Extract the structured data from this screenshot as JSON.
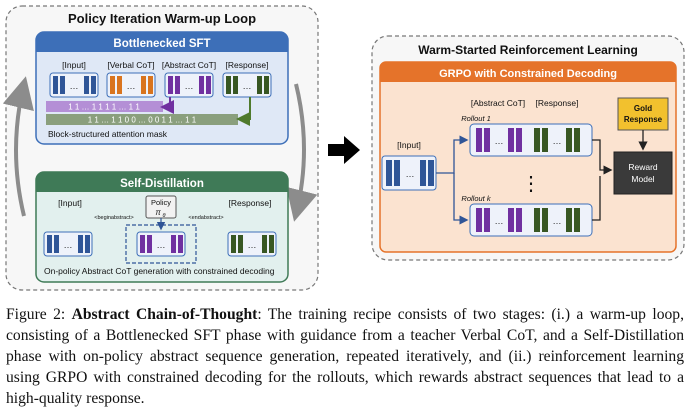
{
  "colors": {
    "sft_blue": "#3d6fb8",
    "selfdistill_green": "#3f7a57",
    "grpo_orange": "#e5732a",
    "gold_yellow": "#f2c12e",
    "block_blue": "#2f5597",
    "block_orange": "#d9741e",
    "block_purple": "#7030a0",
    "block_green": "#385723",
    "mask_purple": "#b48fd6",
    "mask_green": "#8a9f7d"
  },
  "left_panel": {
    "title": "Policy Iteration Warm-up Loop",
    "sft": {
      "title": "Bottlenecked SFT",
      "labels": [
        "[Input]",
        "[Verbal CoT]",
        "[Abstract CoT]",
        "[Response]"
      ],
      "mask_row1": "1 1 … 1 1   1 1 … 1 1",
      "mask_row2": "1 1 … 1 1   0 0 … 0 0   1 1 … 1 1",
      "mask_caption": "Block-structured attention mask"
    },
    "self_distill": {
      "title": "Self-Distillation",
      "label_input": "[Input]",
      "label_response": "[Response]",
      "policy_label": "Policy",
      "policy_symbol": "π",
      "policy_sub": "θ",
      "begin_tag": "<beginabstract>",
      "end_tag": "<endabstract>",
      "caption": "On-policy Abstract CoT generation with constrained decoding"
    }
  },
  "right_panel": {
    "title": "Warm-Started Reinforcement Learning",
    "grpo_title": "GRPO with Constrained Decoding",
    "label_abstract": "[Abstract CoT]",
    "label_response": "[Response]",
    "label_input": "[Input]",
    "rollout_1": "Rollout 1",
    "rollout_k": "Rollout k",
    "gold_line1": "Gold",
    "gold_line2": "Response",
    "reward_line1": "Reward",
    "reward_line2": "Model"
  },
  "ellipsis": "…",
  "vdots": "⋮",
  "caption": {
    "prefix": "Figure 2: ",
    "bold": "Abstract Chain-of-Thought",
    "text": ": The training recipe consists of two stages: (i.) a warm-up loop, consisting of a Bottlenecked SFT phase with guidance from a teacher Verbal CoT, and a Self-Distillation phase with on-policy abstract sequence generation, repeated iteratively, and (ii.) reinforcement learning using GRPO with constrained decoding for the rollouts, which rewards abstract sequences that lead to a high-quality response."
  }
}
